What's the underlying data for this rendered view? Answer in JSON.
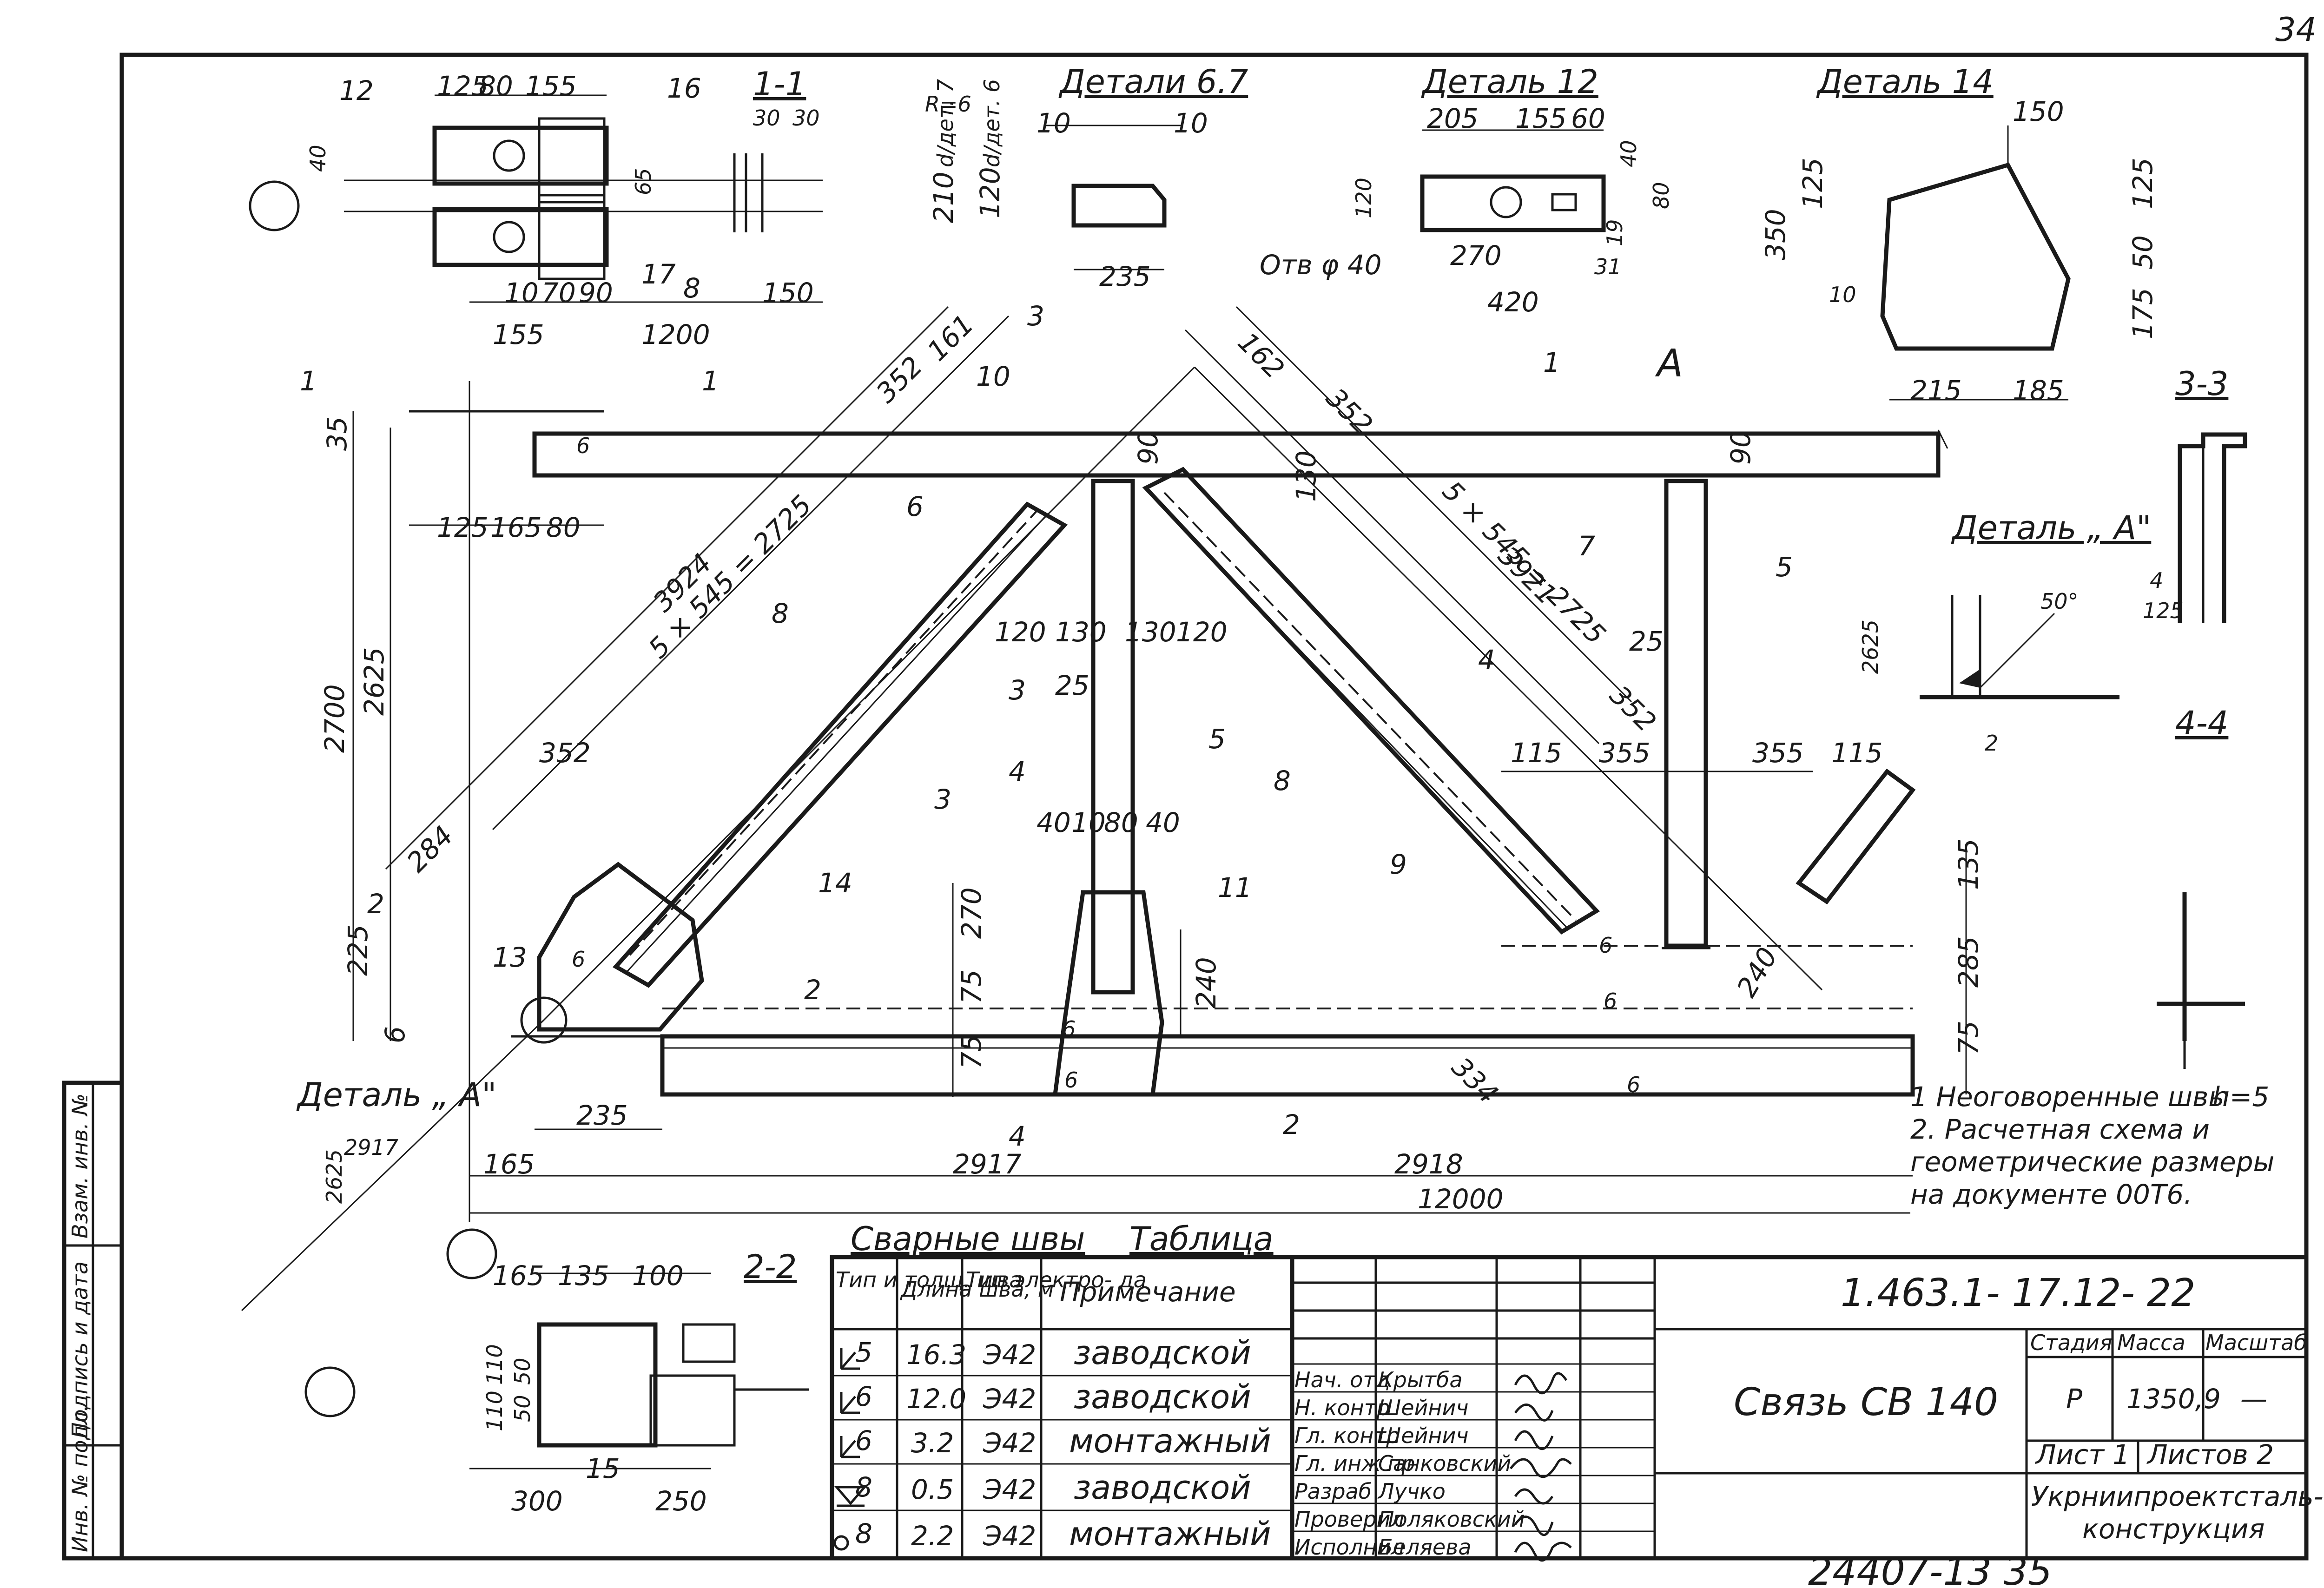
{
  "page_number": "34",
  "footer_code": "24407-13   35",
  "document_code": "1.463.1- 17.12- 22",
  "drawing_title": "Связь   СВ 140",
  "titleblock": {
    "head_stage": "Стадия",
    "head_mass": "Масса",
    "head_scale": "Масштаб",
    "stage": "Р",
    "mass": "1350,9",
    "scale": "—",
    "sheet": "Лист 1",
    "sheets": "Листов 2",
    "org_line1": "Укрниипроектсталь-",
    "org_line2": "конструкция"
  },
  "staff": [
    {
      "role": "Нач. отд",
      "name": "Крытба"
    },
    {
      "role": "Н. контр",
      "name": "Шейнич"
    },
    {
      "role": "Гл. контр",
      "name": "Шейнич"
    },
    {
      "role": "Гл. инж пр",
      "name": "Санковский"
    },
    {
      "role": "Разраб",
      "name": "Лучко"
    },
    {
      "role": "Проверил",
      "name": "Поляковский"
    },
    {
      "role": "Исполнил",
      "name": "Беляева"
    }
  ],
  "side_stamp": [
    "Инв. № подл.",
    "Подпись и дата",
    "Взам. инв. №"
  ],
  "weld_table": {
    "caption": "Сварные  швы",
    "label": "Таблица",
    "headers": [
      "Тип и толщ. шва",
      "Длина шва, м",
      "Тип электро- да",
      "Примечание"
    ],
    "rows": [
      {
        "type": "5",
        "length": "16.3",
        "electrode": "Э42",
        "note": "заводской"
      },
      {
        "type": "6",
        "length": "12.0",
        "electrode": "Э42",
        "note": "заводской"
      },
      {
        "type": "6",
        "length": "3.2",
        "electrode": "Э42",
        "note": "монтажный"
      },
      {
        "type": "8",
        "length": "0.5",
        "electrode": "Э42",
        "note": "заводской"
      },
      {
        "type": "8",
        "length": "2.2",
        "electrode": "Э42",
        "note": "монтажный"
      }
    ]
  },
  "notes": [
    "1 Неоговоренные швы",
    "h=5",
    "2. Расчетная схема и",
    "геометрические размеры",
    "на документе 00Т6."
  ],
  "section_titles": {
    "s11": "1-1",
    "s22": "2-2",
    "s33": "3-3",
    "s44": "4-4",
    "d67": "Детали 6.7",
    "d12": "Деталь 12",
    "d14": "Деталь 14",
    "dA": "Деталь „ А\"",
    "dA_main": "Деталь „ А\"",
    "view_A": "А"
  },
  "dims": {
    "total": "12000",
    "half_left": "2917",
    "half_right": "2918",
    "left_165": "165",
    "h2700": "2700",
    "h2625": "2625",
    "d3924": "3924",
    "d3921": "3921",
    "d5x545l": "5 × 545 = 2725",
    "d5x545r": "5 × 545 = 2725",
    "d352a": "352",
    "d352b": "352",
    "d352c": "352",
    "d352d": "352",
    "d161": "161",
    "d162": "162",
    "d284": "284",
    "d334": "334",
    "top1200": "1200",
    "top155a": "155",
    "top155b": "155",
    "top80": "80",
    "top125": "125",
    "top90": "90",
    "top70": "70",
    "top10": "10",
    "top150": "150",
    "b125": "125",
    "b165": "165",
    "b80": "80",
    "b35": "35",
    "c120a": "120",
    "c130a": "130",
    "c130b": "130",
    "c120b": "120",
    "c25a": "25",
    "c25b": "25",
    "c90a": "90",
    "c90b": "90",
    "c130c": "130",
    "m40a": "40",
    "m10": "10",
    "m80": "80",
    "m40b": "40",
    "m270": "270",
    "m75a": "75",
    "m75b": "75",
    "m240a": "240",
    "m240b": "240",
    "r115a": "115",
    "r355a": "355",
    "r355b": "355",
    "r115b": "115",
    "r135": "135",
    "r285": "285",
    "r75": "75",
    "l225": "225",
    "l235": "235",
    "l6": "6",
    "d67_10a": "10",
    "d67_10b": "10",
    "d67_235": "235",
    "d67_210": "210",
    "d67_120": "120",
    "d67_det7": "d/дет. 7",
    "d67_det6": "d/дет. 6",
    "d67_R": "R=6",
    "d12_205": "205",
    "d12_155": "155",
    "d12_60": "60",
    "d12_270": "270",
    "d12_420": "420",
    "d12_40": "40",
    "d12_80": "80",
    "d12_19": "19",
    "d12_31": "31",
    "d12_120": "120",
    "d12_hole": "Отв φ 40",
    "d14_150": "150",
    "d14_125a": "125",
    "d14_125b": "125",
    "d14_50": "50",
    "d14_175": "175",
    "d14_350": "350",
    "d14_215": "215",
    "d14_185": "185",
    "d14_10": "10",
    "dA_2625": "2625",
    "dA_2": "2",
    "dA_50": "50°",
    "s33_4": "4",
    "s33_125": "125",
    "s22_165": "165",
    "s22_135": "135",
    "s22_100": "100",
    "s22_300": "300",
    "s22_250": "250",
    "s22_50a": "50",
    "s22_50b": "50",
    "s22_110a": "110",
    "s22_110b": "110",
    "s11_30a": "30",
    "s11_30b": "30",
    "s11_150": "150",
    "s11_40": "40",
    "s11_65": "65"
  },
  "marks": {
    "m1": "1",
    "m2": "2",
    "m3": "3",
    "m4": "4",
    "m5a": "5",
    "m5b": "5",
    "m6": "6",
    "m7": "7",
    "m8a": "8",
    "m8b": "8",
    "m9": "9",
    "m10": "10",
    "m11": "11",
    "m12": "12",
    "m13": "13",
    "m14": "14",
    "m15": "15",
    "m16": "16",
    "m17": "17",
    "m8c": "8",
    "w6a": "6",
    "w6b": "6",
    "w6c": "6",
    "w6d": "6",
    "w6e": "6",
    "w6f": "6",
    "w6g": "6"
  },
  "cuts": {
    "c1": "1",
    "c1b": "1",
    "c2": "2",
    "c2b": "2",
    "c3": "3",
    "c3b": "3",
    "c4": "4",
    "c4b": "4"
  }
}
